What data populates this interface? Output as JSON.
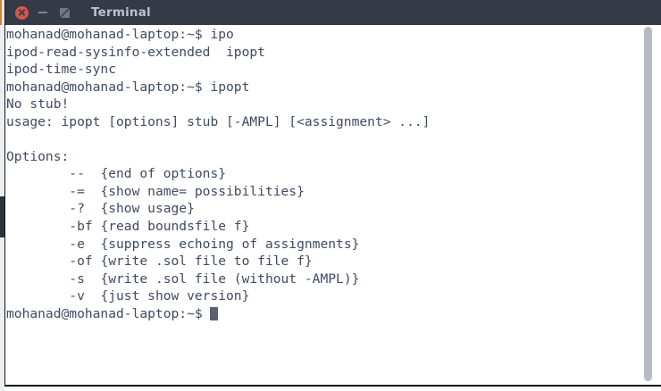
{
  "window": {
    "title": "Terminal",
    "controls": {
      "close_label": "Close",
      "minimize_label": "Minimize",
      "maximize_label": "Maximize"
    },
    "colors": {
      "titlebar_bg": "#343a46",
      "close_button": "#d9534f",
      "body_bg": "#ffffff",
      "text": "#3f4a63",
      "cursor": "#5a6270",
      "scrollbar": "#b6bac4"
    }
  },
  "terminal": {
    "prompt": "mohanad@mohanad-laptop:~$",
    "lines": [
      "mohanad@mohanad-laptop:~$ ipo",
      "ipod-read-sysinfo-extended  ipopt",
      "ipod-time-sync",
      "mohanad@mohanad-laptop:~$ ipopt",
      "No stub!",
      "usage: ipopt [options] stub [-AMPL] [<assignment> ...]",
      "",
      "Options:",
      "\t--  {end of options}",
      "\t-=  {show name= possibilities}",
      "\t-?  {show usage}",
      "\t-bf {read boundsfile f}",
      "\t-e  {suppress echoing of assignments}",
      "\t-of {write .sol file to file f}",
      "\t-s  {write .sol file (without -AMPL)}",
      "\t-v  {just show version}"
    ],
    "final_prompt": "mohanad@mohanad-laptop:~$ ",
    "commands_typed": [
      "ipo",
      "ipopt"
    ],
    "completions": [
      "ipod-read-sysinfo-extended",
      "ipopt",
      "ipod-time-sync"
    ],
    "error_message": "No stub!",
    "usage_line": "usage: ipopt [options] stub [-AMPL] [<assignment> ...]",
    "options_header": "Options:",
    "options": [
      {
        "flag": "--",
        "description": "{end of options}"
      },
      {
        "flag": "-=",
        "description": "{show name= possibilities}"
      },
      {
        "flag": "-?",
        "description": "{show usage}"
      },
      {
        "flag": "-bf",
        "description": "{read boundsfile f}"
      },
      {
        "flag": "-e",
        "description": "{suppress echoing of assignments}"
      },
      {
        "flag": "-of",
        "description": "{write .sol file to file f}"
      },
      {
        "flag": "-s",
        "description": "{write .sol file (without -AMPL)}"
      },
      {
        "flag": "-v",
        "description": "{just show version}"
      }
    ]
  }
}
